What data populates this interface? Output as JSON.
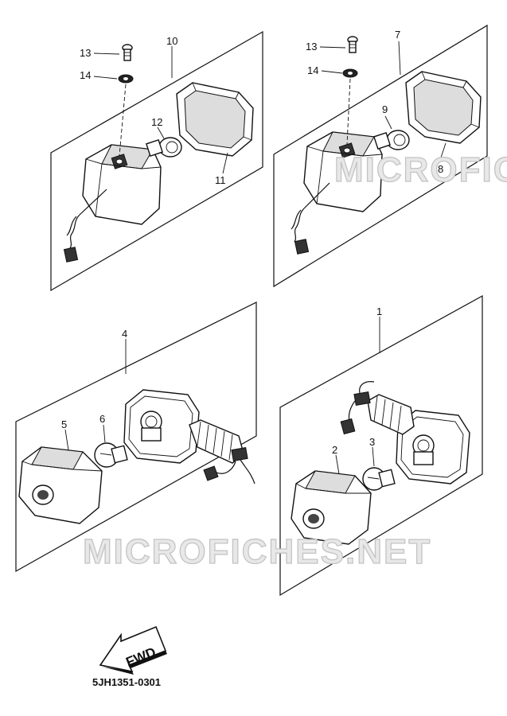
{
  "callouts": {
    "c1": "1",
    "c2": "2",
    "c3": "3",
    "c4": "4",
    "c5": "5",
    "c6": "6",
    "c7": "7",
    "c8": "8",
    "c9": "9",
    "c10": "10",
    "c11": "11",
    "c12": "12",
    "c13a": "13",
    "c14a": "14",
    "c13b": "13",
    "c14b": "14"
  },
  "watermark": {
    "upper": "MICROFICHES.NET",
    "lower": "MICROFICHES.NET"
  },
  "fwd_label": "FWD",
  "drawing_code": "5JH1351-0301"
}
